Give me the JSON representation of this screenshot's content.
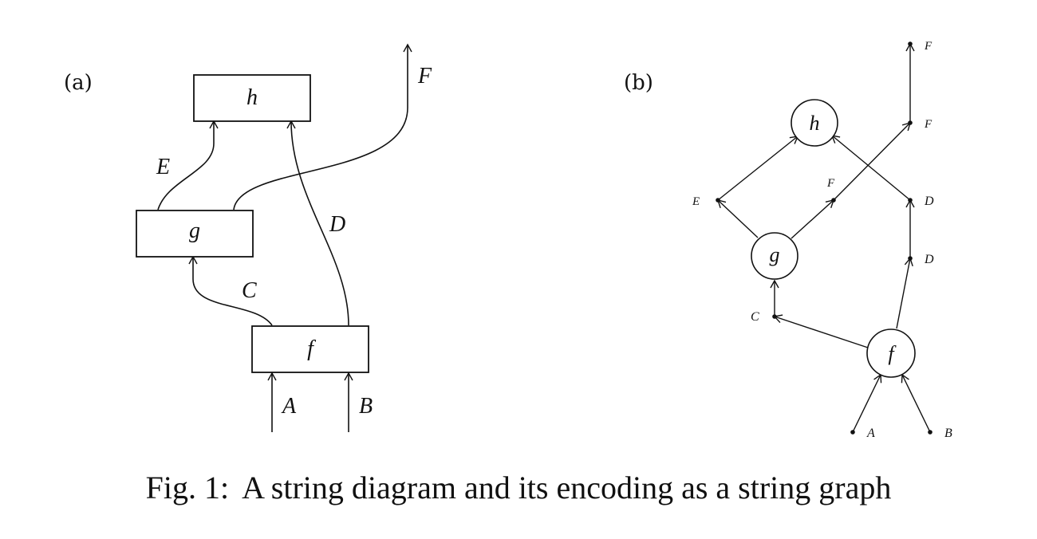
{
  "panel_a": {
    "label": "(a)",
    "boxes": {
      "h": "h",
      "g": "g",
      "f": "f"
    },
    "wires": {
      "A": "A",
      "B": "B",
      "C": "C",
      "D": "D",
      "E": "E",
      "F": "F"
    }
  },
  "panel_b": {
    "label": "(b)",
    "nodes": {
      "h": "h",
      "g": "g",
      "f": "f"
    },
    "wire_vertices": {
      "A": "A",
      "B": "B",
      "C": "C",
      "D_lower": "D",
      "D_upper": "D",
      "E": "E",
      "F_mid": "F",
      "F_middle": "F",
      "F_top": "F"
    }
  },
  "caption": {
    "label": "Fig. 1:",
    "text": "A string diagram and its encoding as a string graph"
  }
}
